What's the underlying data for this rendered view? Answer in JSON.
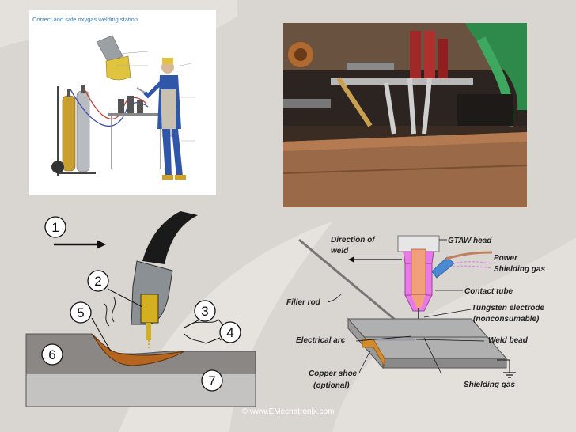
{
  "oxy_panel": {
    "title": "Correct and safe oxygas welding station"
  },
  "gmaw_diagram": {
    "markers": [
      "1",
      "2",
      "3",
      "4",
      "5",
      "6",
      "7"
    ]
  },
  "gtaw_diagram": {
    "labels": {
      "direction": "Direction of",
      "direction2": "weld",
      "gtaw_head": "GTAW head",
      "power": "Power",
      "shielding_gas_in": "Shielding gas",
      "contact_tube": "Contact tube",
      "tungsten": "Tungsten electrode",
      "tungsten2": "(nonconsumable)",
      "filler_rod": "Filler rod",
      "electrical_arc": "Electrical arc",
      "weld_bead": "Weld bead",
      "copper_shoe": "Copper shoe",
      "copper_shoe2": "(optional)",
      "shielding_gas": "Shielding gas"
    }
  },
  "footer": {
    "copyright": "© www.EMechatronix.com"
  },
  "colors": {
    "background": "#d9d6d2",
    "workpiece": "#8b8784",
    "weld_pool": "#b5651d",
    "torch_body": "#8a9094",
    "electrode_tip": "#d4b020",
    "gtaw_head_pink": "#e879e8"
  }
}
